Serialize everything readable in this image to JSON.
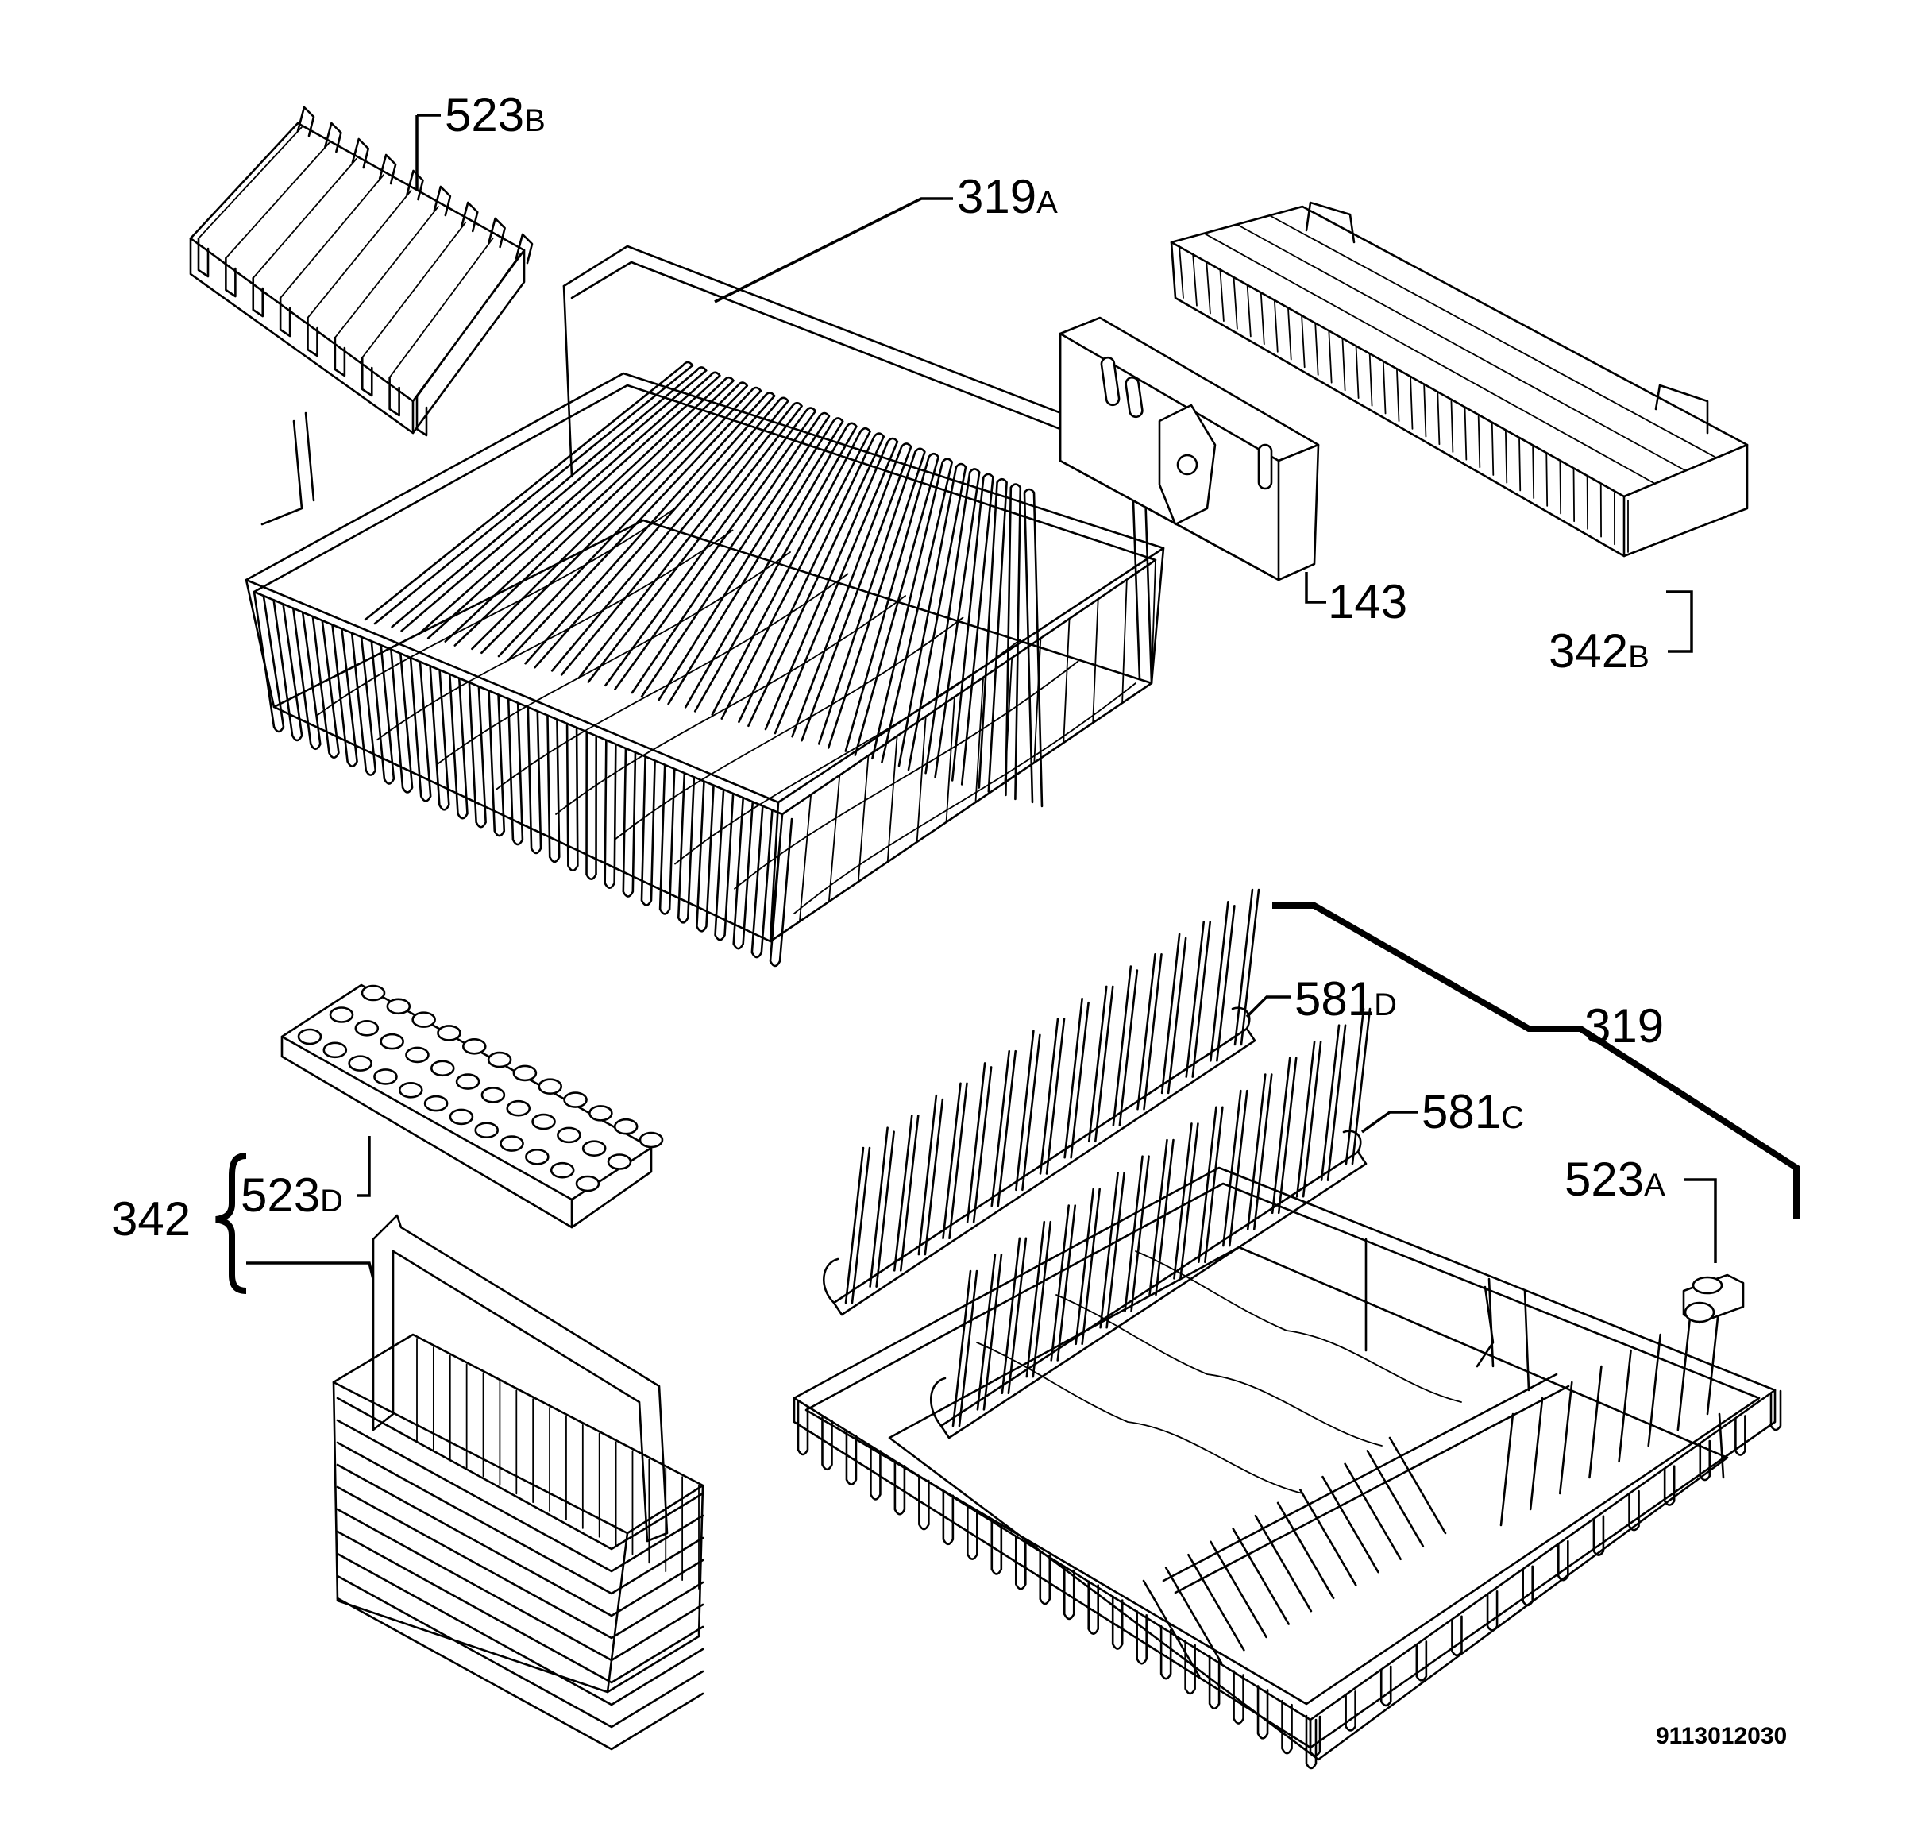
{
  "diagram": {
    "document_number": "9113012030",
    "callouts": [
      {
        "id": "c-523b",
        "number": "523",
        "suffix": "B"
      },
      {
        "id": "c-319a",
        "number": "319",
        "suffix": "A"
      },
      {
        "id": "c-143",
        "number": "143",
        "suffix": ""
      },
      {
        "id": "c-342b",
        "number": "342",
        "suffix": "B"
      },
      {
        "id": "c-581d",
        "number": "581",
        "suffix": "D"
      },
      {
        "id": "c-319",
        "number": "319",
        "suffix": ""
      },
      {
        "id": "c-581c",
        "number": "581",
        "suffix": "C"
      },
      {
        "id": "c-523a",
        "number": "523",
        "suffix": "A"
      },
      {
        "id": "c-523d",
        "number": "523",
        "suffix": "D"
      },
      {
        "id": "c-342",
        "number": "342",
        "suffix": ""
      }
    ],
    "parts": [
      {
        "id": "p-cup-rack",
        "icon": "cup-rack-icon"
      },
      {
        "id": "p-upper-basket",
        "icon": "upper-basket-icon"
      },
      {
        "id": "p-adjuster",
        "icon": "height-adjuster-icon"
      },
      {
        "id": "p-side-rack",
        "icon": "side-rack-icon"
      },
      {
        "id": "p-cutlery-lid",
        "icon": "cutlery-basket-lid-icon"
      },
      {
        "id": "p-cutlery-basket",
        "icon": "cutlery-basket-icon"
      },
      {
        "id": "p-plate-rack-d",
        "icon": "plate-rack-icon"
      },
      {
        "id": "p-plate-rack-c",
        "icon": "plate-rack-icon"
      },
      {
        "id": "p-lower-basket",
        "icon": "lower-basket-icon"
      },
      {
        "id": "p-wheel",
        "icon": "wheel-icon"
      }
    ]
  }
}
